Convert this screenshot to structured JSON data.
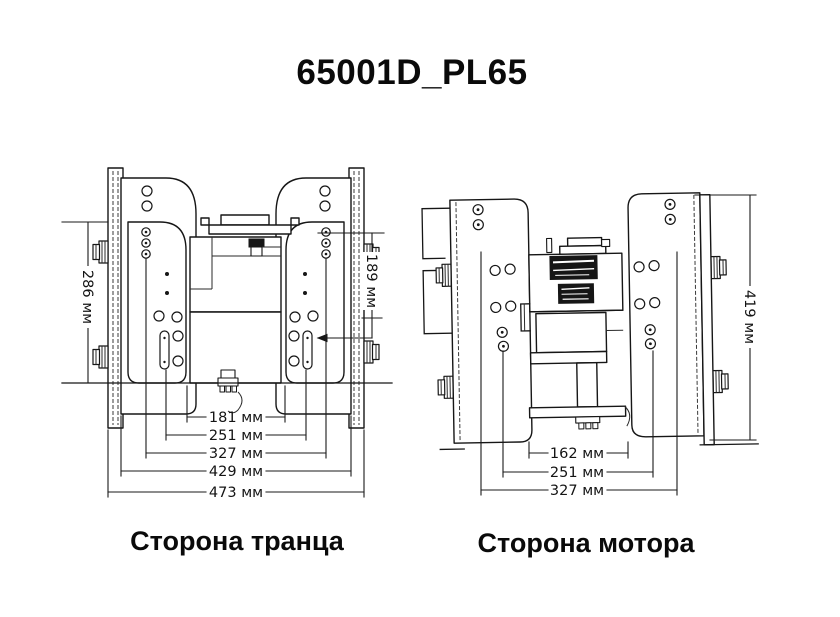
{
  "title": "65001D_PL65",
  "left_view": {
    "caption": "Сторона транца",
    "dim_height_left": "286 мм",
    "dim_height_right": "189 мм",
    "bottom_dims": [
      "181 мм",
      "251 мм",
      "327 мм",
      "429 мм",
      "473 мм"
    ]
  },
  "right_view": {
    "caption": "Сторона мотора",
    "dim_height_right": "419 мм",
    "bottom_dims": [
      "162 мм",
      "251 мм",
      "327 мм"
    ]
  }
}
